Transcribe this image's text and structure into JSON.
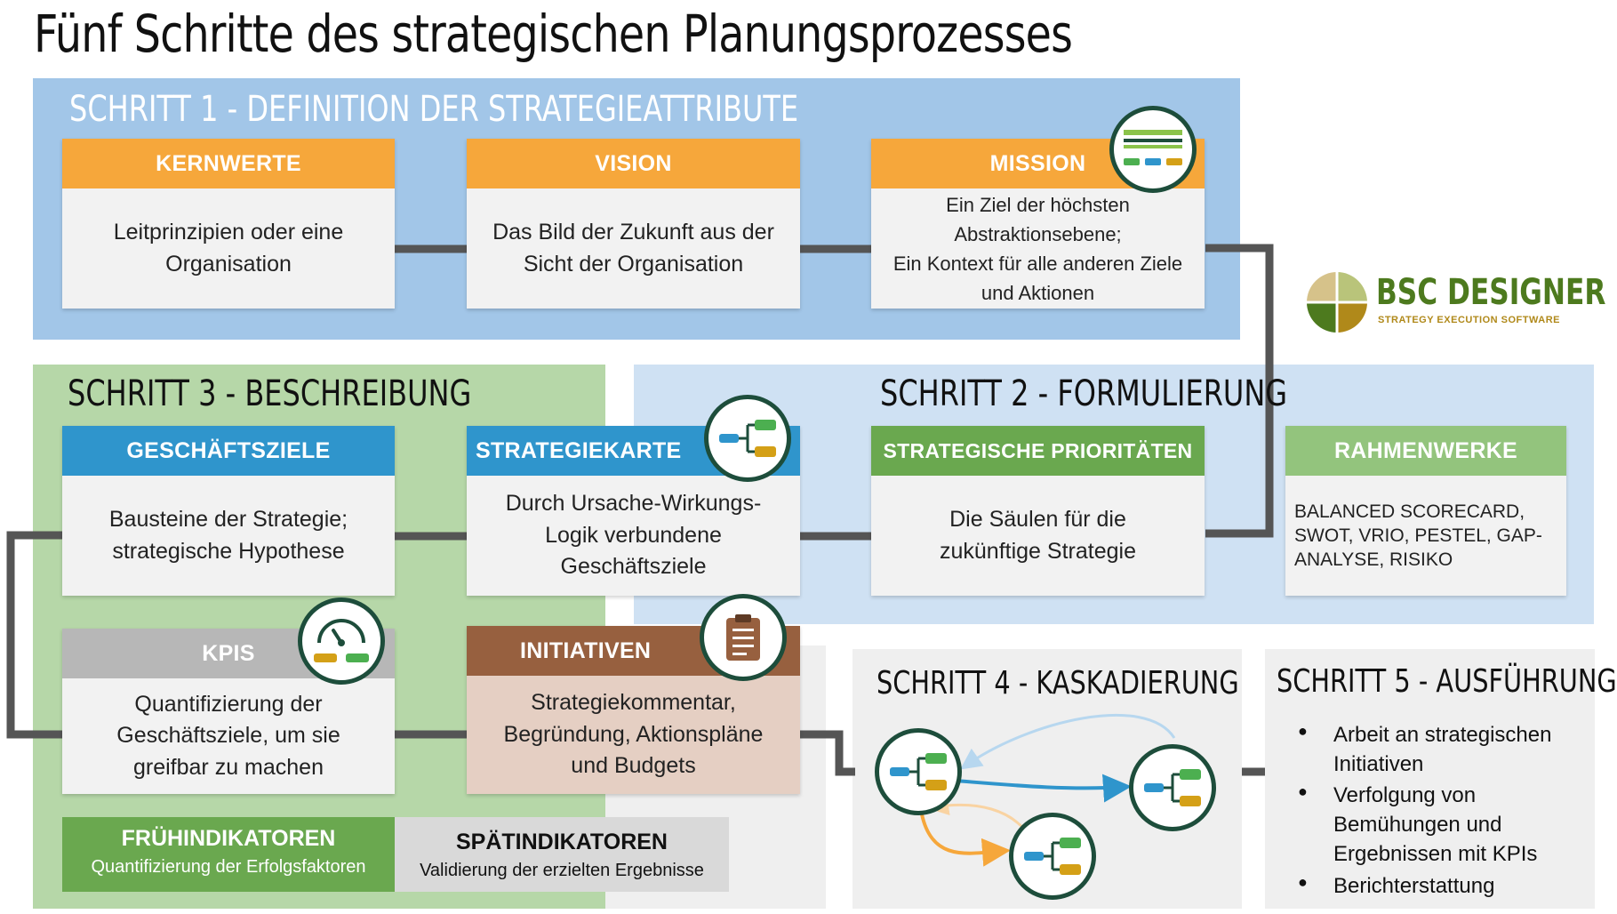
{
  "title": "Fünf Schritte des strategischen Planungsprozesses",
  "logo": {
    "name": "BSC DESIGNER",
    "tagline": "STRATEGY EXECUTION SOFTWARE"
  },
  "step1": {
    "title": "SCHRITT 1 - DEFINITION DER STRATEGIEATTRIBUTE",
    "cards": [
      {
        "header": "KERNWERTE",
        "body": "Leitprinzipien oder eine Organisation"
      },
      {
        "header": "VISION",
        "body": "Das Bild der Zukunft aus der Sicht der Organisation"
      },
      {
        "header": "MISSION",
        "body": "Ein Ziel der höchsten Abstraktionsebene;\nEin Kontext für alle anderen Ziele und Aktionen"
      }
    ]
  },
  "step2": {
    "title": "SCHRITT 2 - FORMULIERUNG",
    "priorities": {
      "header": "STRATEGISCHE PRIORITÄTEN",
      "body": "Die Säulen für die zukünftige Strategie"
    },
    "frameworks": {
      "header": "RAHMENWERKE",
      "body": "BALANCED SCORECARD, SWOT, VRIO, PESTEL, GAP-ANALYSE, RISIKO"
    }
  },
  "step3": {
    "title": "SCHRITT 3 - BESCHREIBUNG",
    "goals": {
      "header": "GESCHÄFTSZIELE",
      "body": "Bausteine der Strategie; strategische Hypothese"
    },
    "map": {
      "header": "STRATEGIEKARTE",
      "body": "Durch Ursache-Wirkungs-Logik verbundene Geschäftsziele"
    },
    "kpis": {
      "header": "KPIS",
      "body": "Quantifizierung der Geschäftsziele, um sie greifbar zu machen"
    },
    "initiatives": {
      "header": "INITIATIVEN",
      "body": "Strategiekommentar, Begründung, Aktionspläne und Budgets"
    },
    "leading": {
      "title": "FRÜHINDIKATOREN",
      "subtitle": "Quantifizierung der Erfolgsfaktoren"
    },
    "lagging": {
      "title": "SPÄTINDIKATOREN",
      "subtitle": "Validierung der erzielten Ergebnisse"
    }
  },
  "step4": {
    "title": "SCHRITT 4 - KASKADIERUNG"
  },
  "step5": {
    "title": "SCHRITT 5 - AUSFÜHRUNG",
    "bullets": [
      "Arbeit an strategischen Initiativen",
      "Verfolgung von Bemühungen und Ergebnissen mit KPIs",
      "Berichterstattung"
    ]
  },
  "colors": {
    "step1_bg": "#a2c6e8",
    "step2_bg": "#cfe1f3",
    "step3_bg": "#b6d7a8",
    "grey_panel": "#efefef",
    "orange": "#f6a73b",
    "blue": "#2f95cc",
    "green": "#6aa84f",
    "grey": "#b7b7b7",
    "brown": "#97603f",
    "connector": "#555555",
    "icon_ring": "#1d4d3b"
  }
}
